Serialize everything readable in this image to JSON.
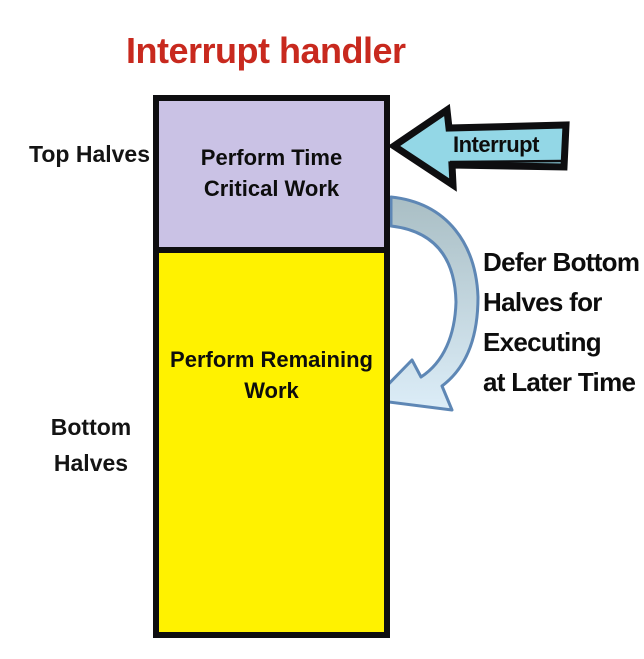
{
  "title": "Interrupt handler",
  "diagram": {
    "left_labels": {
      "top": "Top Halves",
      "bottom": "Bottom Halves"
    },
    "top_box": {
      "line1": "Perform Time",
      "line2": "Critical Work"
    },
    "bottom_box": {
      "line1": "Perform Remaining",
      "line2": "Work"
    },
    "interrupt_arrow": {
      "label": "Interrupt"
    },
    "defer_note": {
      "lines": [
        "Defer Bottom",
        "Halves for",
        "Executing",
        "at Later Time"
      ]
    }
  },
  "colors": {
    "title_red": "#C8291E",
    "box_purple": "#CAC2E5",
    "box_yellow": "#FFF200",
    "outline_black": "#0E0E10",
    "interrupt_arrow_fill": "#93D7E6",
    "curve_fill_top": "#A9BEC4",
    "curve_fill_bottom": "#DCEDF8",
    "curve_stroke": "#5E87B5"
  }
}
